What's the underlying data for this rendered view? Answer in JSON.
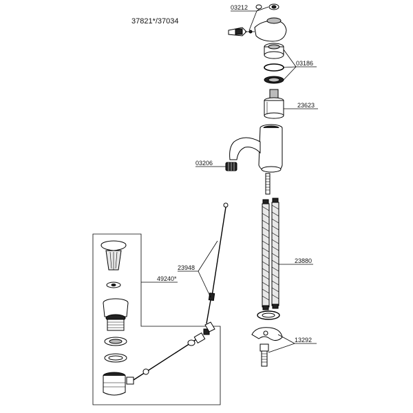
{
  "diagram": {
    "title": "37821*/37034",
    "parts": {
      "handle_screw": "03212",
      "seals": "03186",
      "cartridge": "23623",
      "aerator": "03206",
      "hoses": "23880",
      "lift_rod": "23948",
      "drain_set": "49240*",
      "mounting_set": "13292"
    }
  }
}
